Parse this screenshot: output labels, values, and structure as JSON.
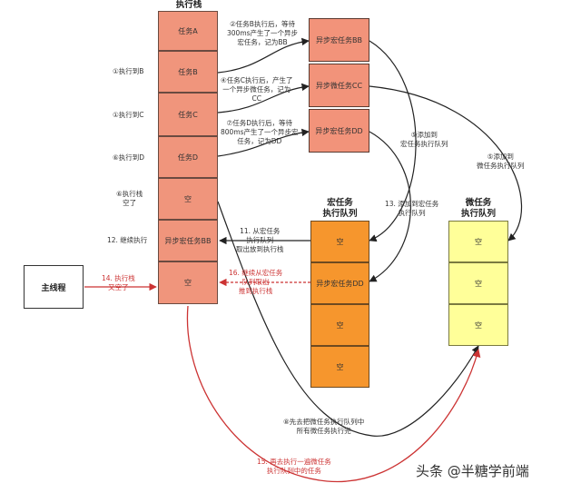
{
  "titles": {
    "stack": "执行栈",
    "macro": "宏任务\n执行队列",
    "micro": "微任务\n执行队列"
  },
  "stack_cells": [
    "任务A",
    "任务B",
    "任务C",
    "任务D",
    "空",
    "异步宏任务BB",
    "空"
  ],
  "side_boxes": [
    "异步宏任务BB",
    "异步微任务CC",
    "异步宏任务DD"
  ],
  "macro_cells": [
    "空",
    "异步宏任务DD",
    "空",
    "空"
  ],
  "micro_cells": [
    "空",
    "空",
    "空"
  ],
  "main_thread": "主线程",
  "notes": {
    "n1": "①执行到B",
    "n2": "①执行到C",
    "n3": "⑥执行到D",
    "n4": "⑥执行栈\n空了",
    "n12": "12. 继续执行",
    "n14": "14. 执行栈\n又空了",
    "nB": "②任务B执行后，等待\n300ms产生了一个异步\n宏任务，记为BB",
    "nC": "④任务C执行后，产生了\n一个异步微任务，记为\nCC",
    "nD": "⑦任务D执行后，等待\n800ms产生了一个异步宏\n任务，记为DD",
    "nAddMacro": "⑤添加到\n宏任务执行队列",
    "nAddMicro": "⑤添加到\n微任务执行队列",
    "n13": "13. 添加到宏任务\n执行队列",
    "n11": "11. 从宏任务\n执行队列\n取出放到执行栈",
    "n16": "16. 继续从宏任务\n队列取出\n推到执行栈",
    "nFlush": "⑧先去把微任务执行队列中\n所有微任务执行完",
    "n15": "15. 再去执行一遍微任务\n执行队列中的任务"
  },
  "watermark": "头条 @半糖学前端"
}
